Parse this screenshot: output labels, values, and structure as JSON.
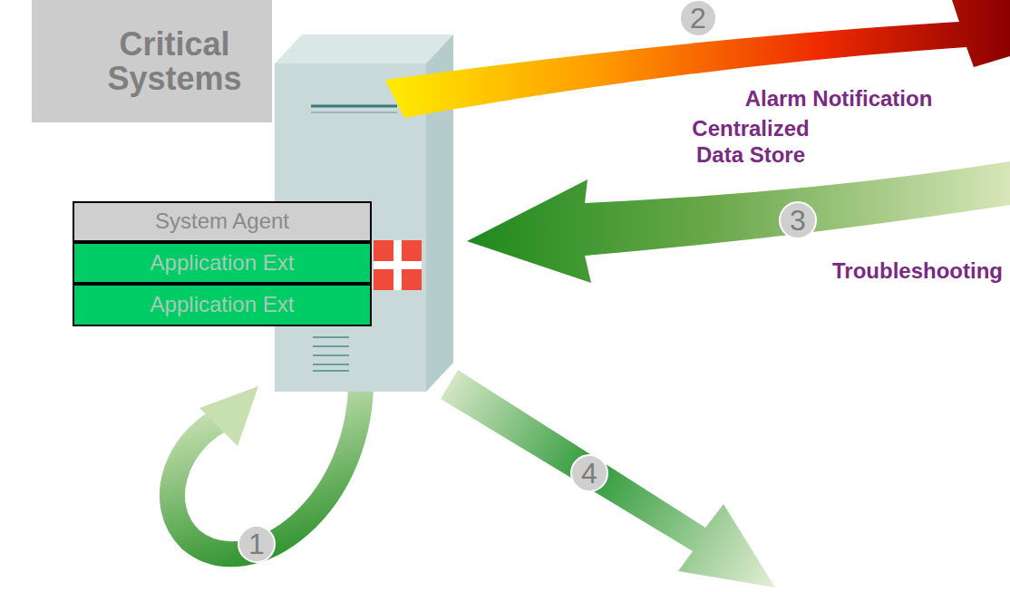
{
  "diagram": {
    "nodes": [
      {
        "text": [
          "Critical Systems"
        ]
      },
      {
        "text": [
          "System Agent"
        ]
      },
      {
        "text": [
          "Application Ext"
        ]
      },
      {
        "text": [
          "Application Ext"
        ]
      }
    ],
    "labels": [
      "1",
      "2",
      "3",
      "4",
      "Alarm Notification",
      "Troubleshooting",
      "Centralized Data Store"
    ]
  }
}
